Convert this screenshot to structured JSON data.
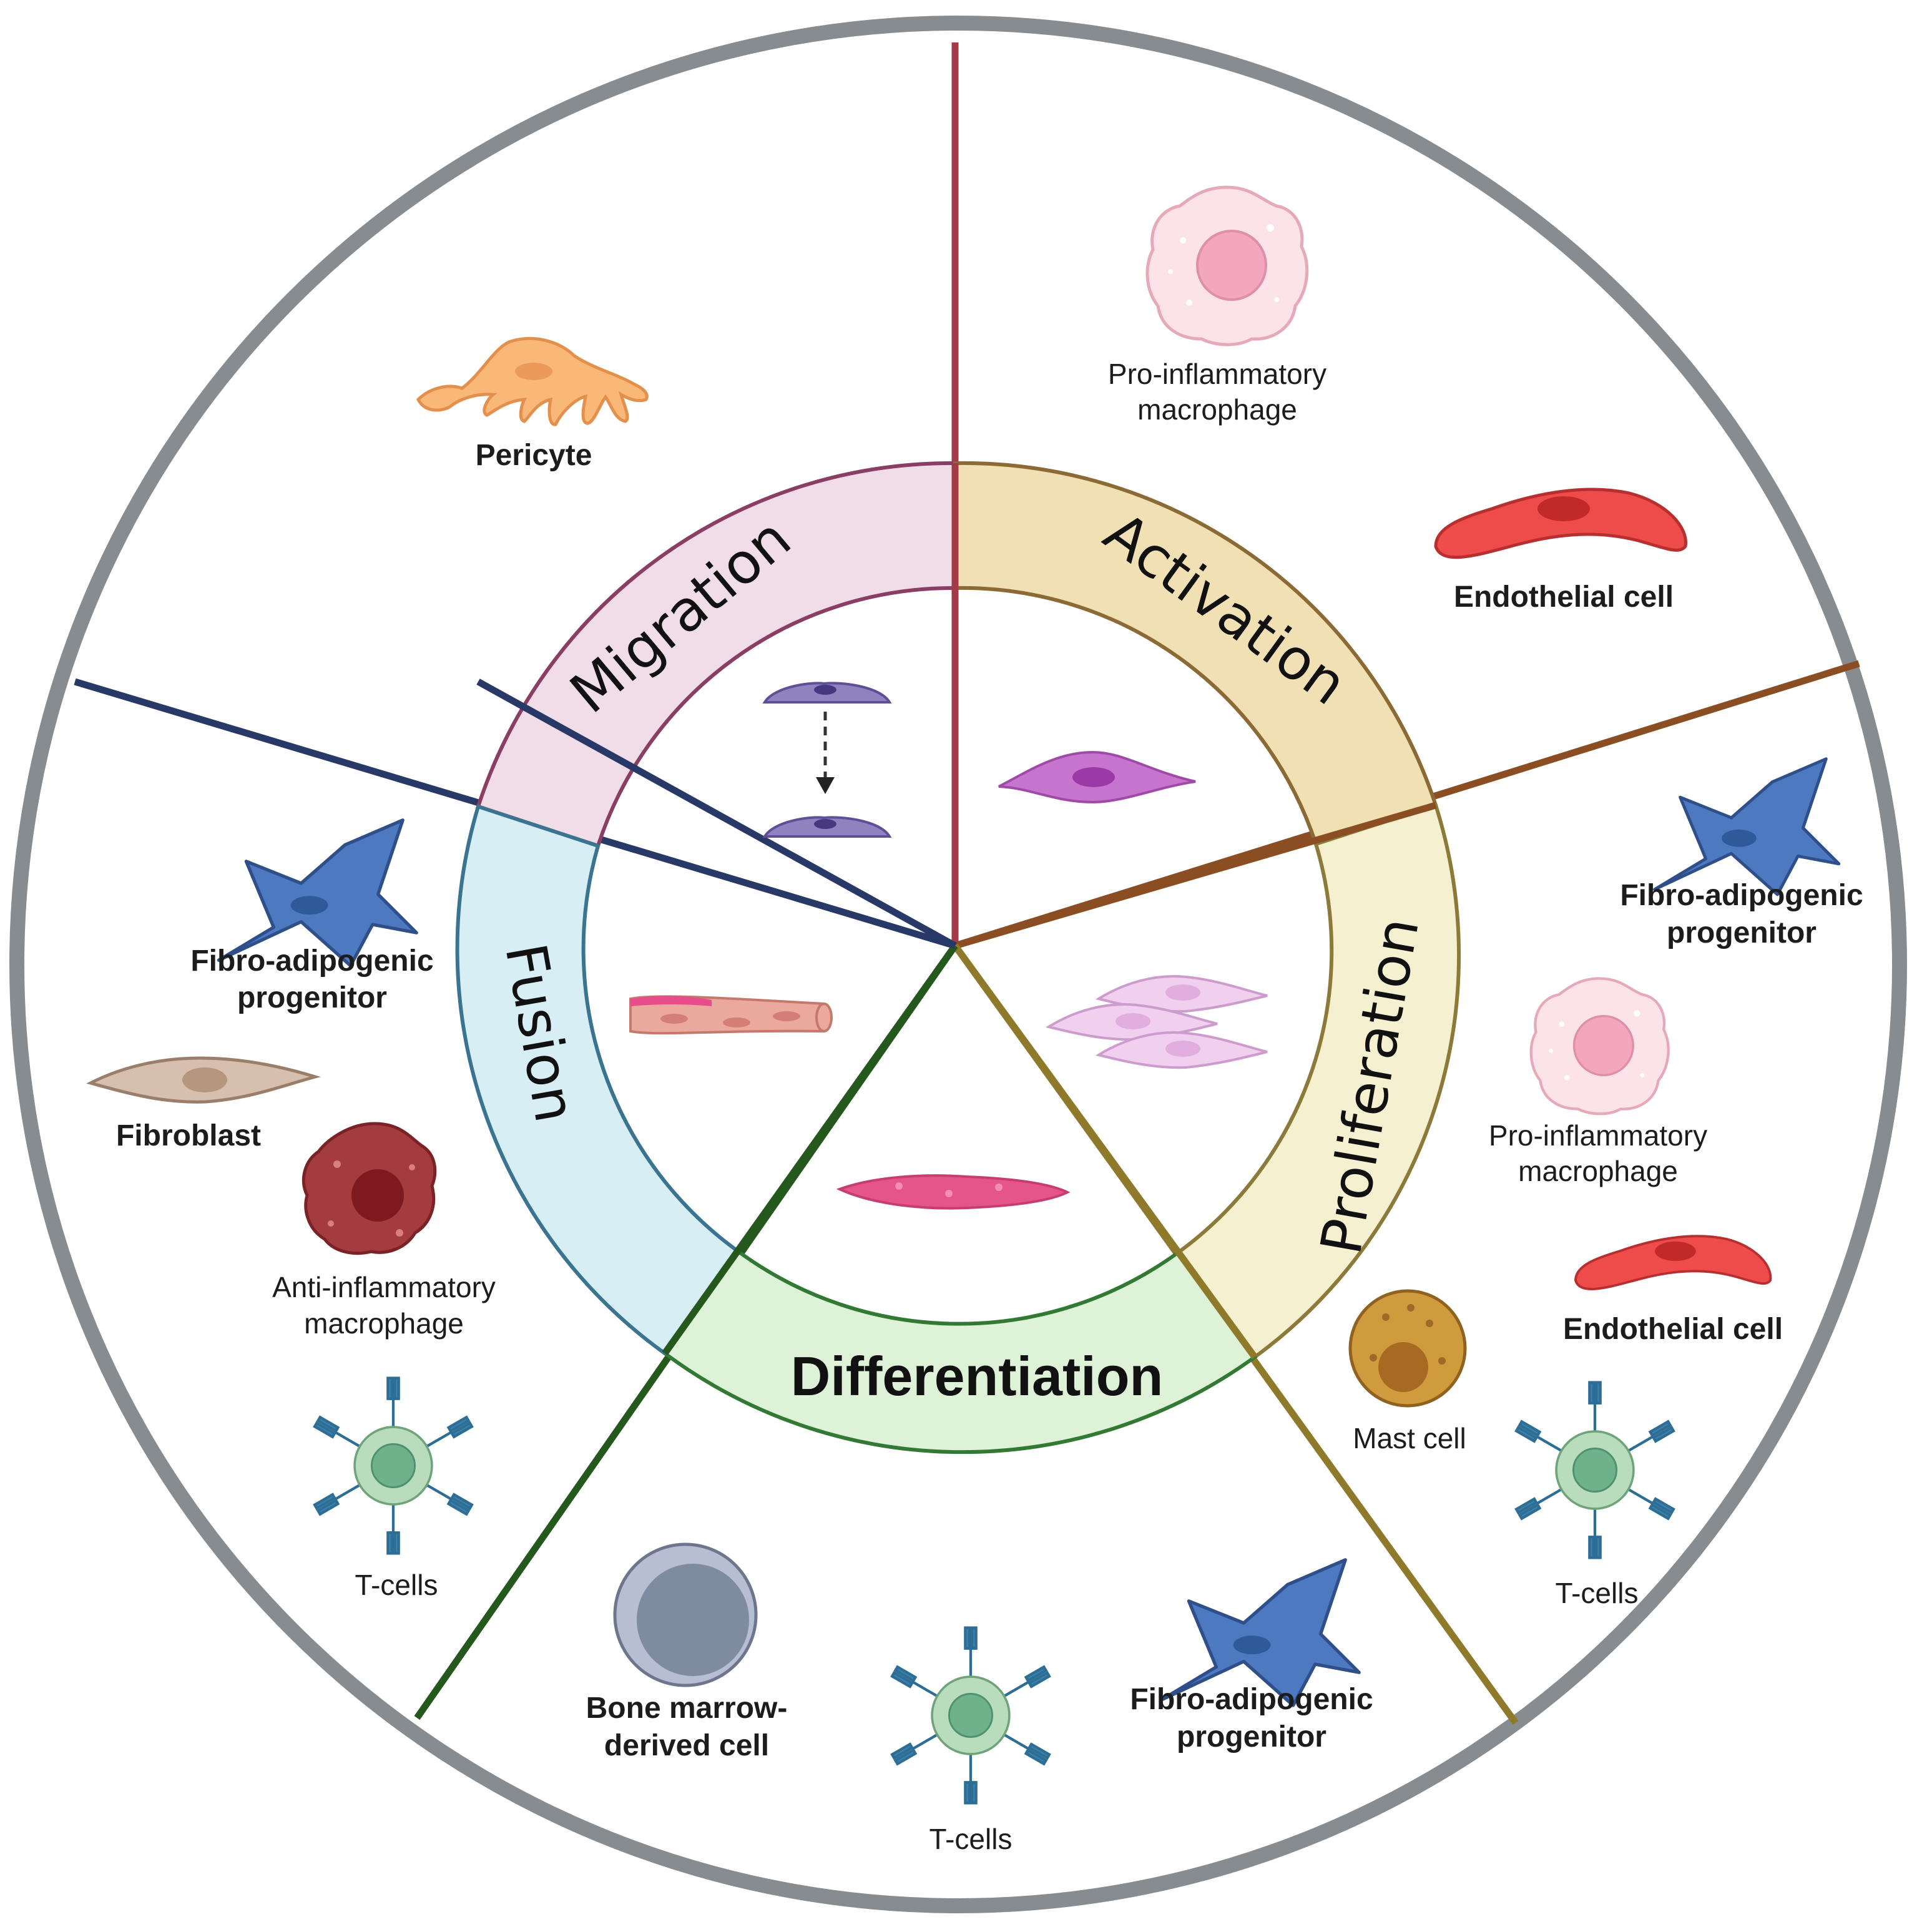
{
  "colors": {
    "outer_ring": "#868c90",
    "migration_fill": "#f0dde8",
    "migration_line": "#8a3e64",
    "activation_fill": "#f0e0b4",
    "activation_line": "#8c6a36",
    "proliferation_fill": "#f5f0cf",
    "proliferation_line": "#8c7a3a",
    "differentiation_fill": "#def2d8",
    "differentiation_line": "#327a34",
    "fusion_fill": "#d8eef5",
    "fusion_line": "#3a7490",
    "divider_top": "#a33a48",
    "divider_right": "#8b4e22",
    "divider_lowerright": "#8f7a2c",
    "divider_lowerleft": "#24581c",
    "divider_left": "#283867"
  },
  "stages": {
    "migration": "Migration",
    "activation": "Activation",
    "proliferation": "Proliferation",
    "differentiation": "Differentiation",
    "fusion": "Fusion"
  },
  "labels": {
    "pericyte": "Pericyte",
    "act_macro_1": "Pro-inflammatory",
    "act_macro_2": "macrophage",
    "act_endo": "Endothelial cell",
    "pro_fap_1": "Fibro-adipogenic",
    "pro_fap_2": "progenitor",
    "pro_macro_1": "Pro-inflammatory",
    "pro_macro_2": "macrophage",
    "pro_endo": "Endothelial cell",
    "pro_mast": "Mast cell",
    "pro_tcells": "T-cells",
    "dif_bm_1": "Bone marrow-",
    "dif_bm_2": "derived cell",
    "dif_tcells": "T-cells",
    "dif_fap_1": "Fibro-adipogenic",
    "dif_fap_2": "progenitor",
    "fus_fap_1": "Fibro-adipogenic",
    "fus_fap_2": "progenitor",
    "fus_fibro": "Fibroblast",
    "fus_anti_1": "Anti-inflammatory",
    "fus_anti_2": "macrophage",
    "fus_tcells": "T-cells"
  },
  "icons": {
    "pericyte": "pericyte-icon",
    "macrophage_pro": "pro-inflammatory-macrophage-icon",
    "macrophage_anti": "anti-inflammatory-macrophage-icon",
    "endothelial": "endothelial-cell-icon",
    "fap": "fibro-adipogenic-progenitor-icon",
    "fibroblast": "fibroblast-icon",
    "tcell": "t-cell-icon",
    "mast": "mast-cell-icon",
    "bone_marrow": "bone-marrow-derived-cell-icon",
    "satellite": "satellite-cell-icon",
    "myotube": "myotube-icon",
    "myoblast": "myoblast-icon"
  }
}
